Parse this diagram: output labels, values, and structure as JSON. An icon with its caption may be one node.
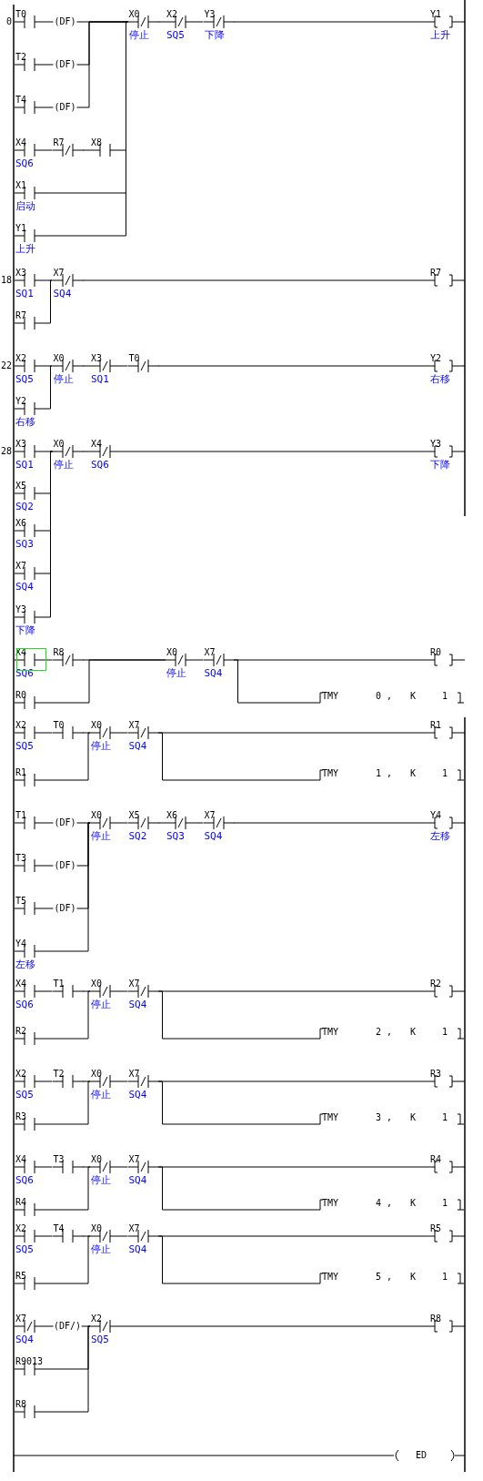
{
  "diagram": {
    "nodes": [
      {
        "text": [
          "T0"
        ]
      },
      {
        "text": [
          "(DF)"
        ]
      },
      {
        "text": [
          "X0",
          "停止"
        ]
      },
      {
        "text": [
          "X2",
          "SQ5"
        ]
      },
      {
        "text": [
          "Y3",
          "下降"
        ]
      },
      {
        "text": [
          "Y1",
          "上升"
        ]
      },
      {
        "text": [
          "T2"
        ]
      },
      {
        "text": [
          "(DF)"
        ]
      },
      {
        "text": [
          "T4"
        ]
      },
      {
        "text": [
          "(DF)"
        ]
      },
      {
        "text": [
          "X4",
          "SQ6"
        ]
      },
      {
        "text": [
          "R7"
        ]
      },
      {
        "text": [
          "X8"
        ]
      },
      {
        "text": [
          "X1",
          "启动"
        ]
      },
      {
        "text": [
          "Y1",
          "上升"
        ]
      },
      {
        "text": [
          "X3",
          "SQ1"
        ]
      },
      {
        "text": [
          "X7",
          "SQ4"
        ]
      },
      {
        "text": [
          "R7"
        ]
      },
      {
        "text": [
          "R7"
        ]
      },
      {
        "text": [
          "X2",
          "SQ5"
        ]
      },
      {
        "text": [
          "X0",
          "停止"
        ]
      },
      {
        "text": [
          "X3",
          "SQ1"
        ]
      },
      {
        "text": [
          "T0"
        ]
      },
      {
        "text": [
          "Y2",
          "右移"
        ]
      },
      {
        "text": [
          "Y2",
          "右移"
        ]
      },
      {
        "text": [
          "X3",
          "SQ1"
        ]
      },
      {
        "text": [
          "X0",
          "停止"
        ]
      },
      {
        "text": [
          "X4",
          "SQ6"
        ]
      },
      {
        "text": [
          "Y3",
          "下降"
        ]
      },
      {
        "text": [
          "X5",
          "SQ2"
        ]
      },
      {
        "text": [
          "X6",
          "SQ3"
        ]
      },
      {
        "text": [
          "X7",
          "SQ4"
        ]
      },
      {
        "text": [
          "Y3",
          "下降"
        ]
      },
      {
        "text": [
          "X4",
          "SQ6"
        ]
      },
      {
        "text": [
          "R8"
        ]
      },
      {
        "text": [
          "X0",
          "停止"
        ]
      },
      {
        "text": [
          "X7",
          "SQ4"
        ]
      },
      {
        "text": [
          "R0"
        ]
      },
      {
        "text": [
          "TMY",
          "0 ,",
          "K",
          "1"
        ]
      },
      {
        "text": [
          "R0"
        ]
      },
      {
        "text": [
          "X2",
          "SQ5"
        ]
      },
      {
        "text": [
          "T0"
        ]
      },
      {
        "text": [
          "X0",
          "停止"
        ]
      },
      {
        "text": [
          "X7",
          "SQ4"
        ]
      },
      {
        "text": [
          "R1"
        ]
      },
      {
        "text": [
          "TMY",
          "1 ,",
          "K",
          "1"
        ]
      },
      {
        "text": [
          "R1"
        ]
      },
      {
        "text": [
          "T1"
        ]
      },
      {
        "text": [
          "(DF)"
        ]
      },
      {
        "text": [
          "X0",
          "停止"
        ]
      },
      {
        "text": [
          "X5",
          "SQ2"
        ]
      },
      {
        "text": [
          "X6",
          "SQ3"
        ]
      },
      {
        "text": [
          "X7",
          "SQ4"
        ]
      },
      {
        "text": [
          "Y4",
          "左移"
        ]
      },
      {
        "text": [
          "T3"
        ]
      },
      {
        "text": [
          "(DF)"
        ]
      },
      {
        "text": [
          "T5"
        ]
      },
      {
        "text": [
          "(DF)"
        ]
      },
      {
        "text": [
          "Y4",
          "左移"
        ]
      },
      {
        "text": [
          "X4",
          "SQ6"
        ]
      },
      {
        "text": [
          "T1"
        ]
      },
      {
        "text": [
          "X0",
          "停止"
        ]
      },
      {
        "text": [
          "X7",
          "SQ4"
        ]
      },
      {
        "text": [
          "R2"
        ]
      },
      {
        "text": [
          "TMY",
          "2 ,",
          "K",
          "1"
        ]
      },
      {
        "text": [
          "R2"
        ]
      },
      {
        "text": [
          "X2",
          "SQ5"
        ]
      },
      {
        "text": [
          "T2"
        ]
      },
      {
        "text": [
          "X0",
          "停止"
        ]
      },
      {
        "text": [
          "X7",
          "SQ4"
        ]
      },
      {
        "text": [
          "R3"
        ]
      },
      {
        "text": [
          "TMY",
          "3 ,",
          "K",
          "1"
        ]
      },
      {
        "text": [
          "R3"
        ]
      },
      {
        "text": [
          "X4",
          "SQ6"
        ]
      },
      {
        "text": [
          "T3"
        ]
      },
      {
        "text": [
          "X0",
          "停止"
        ]
      },
      {
        "text": [
          "X7",
          "SQ4"
        ]
      },
      {
        "text": [
          "R4"
        ]
      },
      {
        "text": [
          "TMY",
          "4 ,",
          "K",
          "1"
        ]
      },
      {
        "text": [
          "R4"
        ]
      },
      {
        "text": [
          "X2",
          "SQ5"
        ]
      },
      {
        "text": [
          "T4"
        ]
      },
      {
        "text": [
          "X0",
          "停止"
        ]
      },
      {
        "text": [
          "X7",
          "SQ4"
        ]
      },
      {
        "text": [
          "R5"
        ]
      },
      {
        "text": [
          "TMY",
          "5 ,",
          "K",
          "1"
        ]
      },
      {
        "text": [
          "R5"
        ]
      },
      {
        "text": [
          "X7",
          "SQ4"
        ]
      },
      {
        "text": [
          "(DF/)"
        ]
      },
      {
        "text": [
          "X2",
          "SQ5"
        ]
      },
      {
        "text": [
          "R8"
        ]
      },
      {
        "text": [
          "R9013"
        ]
      },
      {
        "text": [
          "R8"
        ]
      },
      {
        "text": [
          "ED"
        ]
      }
    ],
    "edges": [
      {
        "from": 0,
        "to": 1,
        "arrow": "none"
      },
      {
        "from": 1,
        "to": 2,
        "arrow": "none"
      },
      {
        "from": 2,
        "to": 3,
        "arrow": "none"
      },
      {
        "from": 3,
        "to": 4,
        "arrow": "none"
      },
      {
        "from": 4,
        "to": 5,
        "arrow": "none"
      },
      {
        "from": 6,
        "to": 7,
        "arrow": "none"
      },
      {
        "from": 7,
        "to": 2,
        "arrow": "none"
      },
      {
        "from": 8,
        "to": 9,
        "arrow": "none"
      },
      {
        "from": 9,
        "to": 2,
        "arrow": "none"
      },
      {
        "from": 10,
        "to": 11,
        "arrow": "none"
      },
      {
        "from": 11,
        "to": 12,
        "arrow": "none"
      },
      {
        "from": 12,
        "to": 2,
        "arrow": "none"
      },
      {
        "from": 13,
        "to": 2,
        "arrow": "none"
      },
      {
        "from": 14,
        "to": 2,
        "arrow": "none"
      },
      {
        "from": 15,
        "to": 16,
        "arrow": "none"
      },
      {
        "from": 16,
        "to": 17,
        "arrow": "none"
      },
      {
        "from": 18,
        "to": 16,
        "arrow": "none"
      },
      {
        "from": 19,
        "to": 20,
        "arrow": "none"
      },
      {
        "from": 20,
        "to": 21,
        "arrow": "none"
      },
      {
        "from": 21,
        "to": 22,
        "arrow": "none"
      },
      {
        "from": 22,
        "to": 23,
        "arrow": "none"
      },
      {
        "from": 24,
        "to": 20,
        "arrow": "none"
      },
      {
        "from": 25,
        "to": 26,
        "arrow": "none"
      },
      {
        "from": 26,
        "to": 27,
        "arrow": "none"
      },
      {
        "from": 27,
        "to": 28,
        "arrow": "none"
      },
      {
        "from": 29,
        "to": 26,
        "arrow": "none"
      },
      {
        "from": 30,
        "to": 26,
        "arrow": "none"
      },
      {
        "from": 31,
        "to": 26,
        "arrow": "none"
      },
      {
        "from": 32,
        "to": 26,
        "arrow": "none"
      },
      {
        "from": 33,
        "to": 34,
        "arrow": "none"
      },
      {
        "from": 34,
        "to": 35,
        "arrow": "none"
      },
      {
        "from": 35,
        "to": 36,
        "arrow": "none"
      },
      {
        "from": 36,
        "to": 37,
        "arrow": "none"
      },
      {
        "from": 36,
        "to": 38,
        "arrow": "none"
      },
      {
        "from": 39,
        "to": 35,
        "arrow": "none"
      },
      {
        "from": 40,
        "to": 41,
        "arrow": "none"
      },
      {
        "from": 41,
        "to": 42,
        "arrow": "none"
      },
      {
        "from": 42,
        "to": 43,
        "arrow": "none"
      },
      {
        "from": 43,
        "to": 44,
        "arrow": "none"
      },
      {
        "from": 43,
        "to": 45,
        "arrow": "none"
      },
      {
        "from": 46,
        "to": 42,
        "arrow": "none"
      },
      {
        "from": 47,
        "to": 48,
        "arrow": "none"
      },
      {
        "from": 48,
        "to": 49,
        "arrow": "none"
      },
      {
        "from": 49,
        "to": 50,
        "arrow": "none"
      },
      {
        "from": 50,
        "to": 51,
        "arrow": "none"
      },
      {
        "from": 51,
        "to": 52,
        "arrow": "none"
      },
      {
        "from": 52,
        "to": 53,
        "arrow": "none"
      },
      {
        "from": 54,
        "to": 55,
        "arrow": "none"
      },
      {
        "from": 55,
        "to": 49,
        "arrow": "none"
      },
      {
        "from": 56,
        "to": 57,
        "arrow": "none"
      },
      {
        "from": 57,
        "to": 49,
        "arrow": "none"
      },
      {
        "from": 58,
        "to": 49,
        "arrow": "none"
      },
      {
        "from": 59,
        "to": 60,
        "arrow": "none"
      },
      {
        "from": 60,
        "to": 61,
        "arrow": "none"
      },
      {
        "from": 61,
        "to": 62,
        "arrow": "none"
      },
      {
        "from": 62,
        "to": 63,
        "arrow": "none"
      },
      {
        "from": 62,
        "to": 64,
        "arrow": "none"
      },
      {
        "from": 65,
        "to": 61,
        "arrow": "none"
      },
      {
        "from": 66,
        "to": 67,
        "arrow": "none"
      },
      {
        "from": 67,
        "to": 68,
        "arrow": "none"
      },
      {
        "from": 68,
        "to": 69,
        "arrow": "none"
      },
      {
        "from": 69,
        "to": 70,
        "arrow": "none"
      },
      {
        "from": 69,
        "to": 71,
        "arrow": "none"
      },
      {
        "from": 72,
        "to": 68,
        "arrow": "none"
      },
      {
        "from": 73,
        "to": 74,
        "arrow": "none"
      },
      {
        "from": 74,
        "to": 75,
        "arrow": "none"
      },
      {
        "from": 75,
        "to": 76,
        "arrow": "none"
      },
      {
        "from": 76,
        "to": 77,
        "arrow": "none"
      },
      {
        "from": 76,
        "to": 78,
        "arrow": "none"
      },
      {
        "from": 79,
        "to": 75,
        "arrow": "none"
      },
      {
        "from": 80,
        "to": 81,
        "arrow": "none"
      },
      {
        "from": 81,
        "to": 82,
        "arrow": "none"
      },
      {
        "from": 82,
        "to": 83,
        "arrow": "none"
      },
      {
        "from": 83,
        "to": 84,
        "arrow": "none"
      },
      {
        "from": 83,
        "to": 85,
        "arrow": "none"
      },
      {
        "from": 86,
        "to": 82,
        "arrow": "none"
      },
      {
        "from": 87,
        "to": 88,
        "arrow": "none"
      },
      {
        "from": 88,
        "to": 89,
        "arrow": "none"
      },
      {
        "from": 89,
        "to": 90,
        "arrow": "none"
      },
      {
        "from": 91,
        "to": 89,
        "arrow": "none"
      },
      {
        "from": 92,
        "to": 89,
        "arrow": "none"
      },
      {
        "from": null,
        "to": 93,
        "arrow": "none"
      }
    ],
    "labels": [
      "0",
      "18",
      "22",
      "28"
    ]
  }
}
